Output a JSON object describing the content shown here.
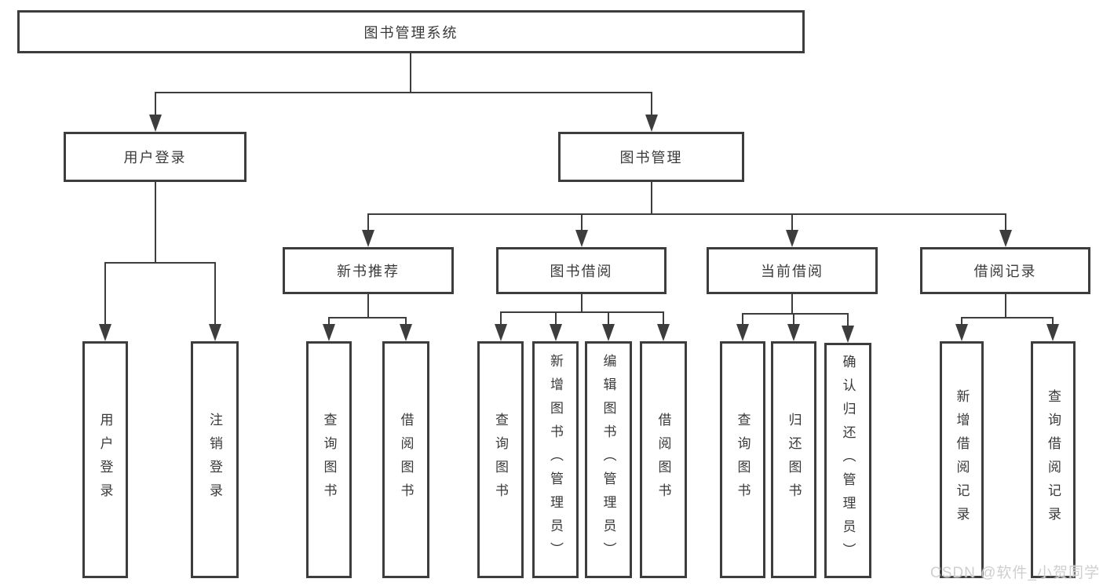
{
  "diagram": {
    "root": "图书管理系统",
    "level2": [
      {
        "label": "用户登录"
      },
      {
        "label": "图书管理"
      }
    ],
    "level3": [
      {
        "label": "新书推荐"
      },
      {
        "label": "图书借阅"
      },
      {
        "label": "当前借阅"
      },
      {
        "label": "借阅记录"
      }
    ],
    "leaves": [
      {
        "label": "用户登录"
      },
      {
        "label": "注销登录"
      },
      {
        "label": "查询图书"
      },
      {
        "label": "借阅图书"
      },
      {
        "label": "查询图书"
      },
      {
        "label": "新增图书（管理员）"
      },
      {
        "label": "编辑图书（管理员）"
      },
      {
        "label": "借阅图书"
      },
      {
        "label": "查询图书"
      },
      {
        "label": "归还图书"
      },
      {
        "label": "确认归还（管理员）"
      },
      {
        "label": "新增借阅记录"
      },
      {
        "label": "查询借阅记录"
      }
    ]
  },
  "watermark": {
    "text": "CSDN @软件_小贺同学"
  },
  "colors": {
    "line": "#3d3d3d",
    "text": "#3a3a3a",
    "watermark": "#cfcfcf",
    "background": "#ffffff"
  }
}
